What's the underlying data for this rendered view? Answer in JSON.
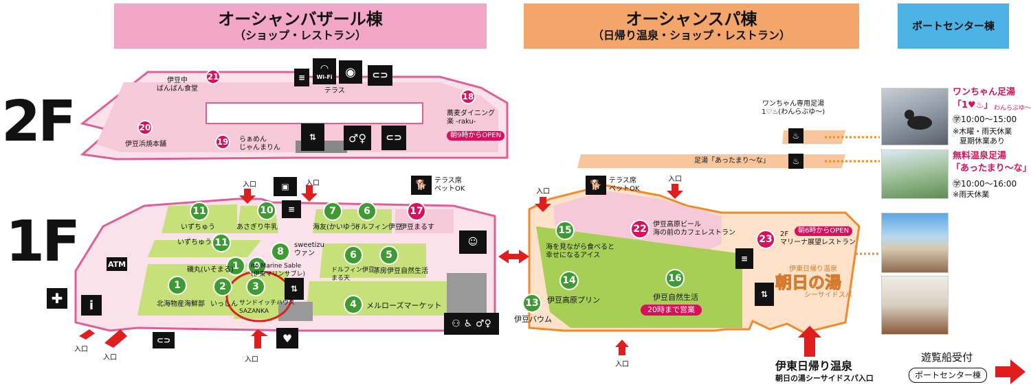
{
  "headers": {
    "bazaar": {
      "title": "オーシャンバザール棟",
      "subtitle": "（ショップ・レストラン）",
      "color": "#f2a7c8"
    },
    "spa": {
      "title": "オーシャンスパ棟",
      "subtitle": "（日帰り温泉・ショップ・レストラン）",
      "color": "#f4a66a"
    },
    "port": {
      "title": "ポートセンター棟",
      "color": "#4db3e6"
    }
  },
  "floors": {
    "second": "2F",
    "first": "1F"
  },
  "colors": {
    "green_pin": "#3e9a33",
    "red_pin": "#d6125c",
    "shop_area": "#c6e07a",
    "pink_area": "#f6c9d8",
    "spa_area": "#fde2c9"
  },
  "second_floor": {
    "terrace": "テラス",
    "wifi": "Wi-Fi",
    "shops": [
      {
        "num": "21",
        "name": "伊豆中\nばんばん食堂"
      },
      {
        "num": "20",
        "name": "伊豆浜焼本舗"
      },
      {
        "num": "19",
        "name": "らぁめん\nじゃんまりん"
      },
      {
        "num": "18",
        "name": "蕎麦ダイニング\n楽 -raku-",
        "note": "朝9時からOPEN"
      }
    ]
  },
  "first_floor": {
    "shops": [
      {
        "num": "11",
        "name": "いずちゅう"
      },
      {
        "num": "11",
        "name": "いずちゅう",
        "id": "b"
      },
      {
        "num": "10",
        "name": "あさぎり牛乳"
      },
      {
        "num": "7",
        "name": "海友(かいゆう)"
      },
      {
        "num": "6",
        "name": "ドルフィン伊豆"
      },
      {
        "num": "17",
        "name": "伊豆まるす"
      },
      {
        "num": "8",
        "name": "sweetizu\nウァン"
      },
      {
        "num": "1",
        "name": "磯丸(いそまる)"
      },
      {
        "num": "9",
        "name": "Ito Marine Sable\n(伊東マリンサブレ)"
      },
      {
        "num": "6",
        "name": "ドルフィン伊豆・\nまる天",
        "id": "b"
      },
      {
        "num": "5",
        "name": "茶房伊豆自然生活"
      },
      {
        "num": "1",
        "name": "北海物産海鮮部",
        "id": "b"
      },
      {
        "num": "2",
        "name": "いっしん"
      },
      {
        "num": "3",
        "name": "サンドイッチハウス\nSAZANKA"
      },
      {
        "num": "4",
        "name": "メルローズマーケット"
      },
      {
        "num": "15",
        "name": "海を見ながら食べると\n幸せになるアイス"
      },
      {
        "num": "14",
        "name": "伊豆高原プリン"
      },
      {
        "num": "13",
        "name": "伊豆バウム"
      },
      {
        "num": "16",
        "name": "伊豆自然生活",
        "note": "20時まで営業"
      },
      {
        "num": "22",
        "name": "伊豆高原ビール\n海の前のカフェレストラン"
      },
      {
        "num": "23",
        "name": "2F\nマリーナ展望レストラン",
        "note": "朝6時からOPEN"
      }
    ],
    "entrance": "入口",
    "terrace_pet": "テラス席\nペットOK",
    "atm": "ATM",
    "spa_logo_top": "伊東日帰り温泉",
    "spa_logo_main": "朝日の湯",
    "spa_logo_sub": "シーサイドスパ",
    "spa_entrance_title": "伊東日帰り温泉",
    "spa_entrance_sub": "朝日の湯シーサイドスパ入口",
    "cruise_title": "遊覧船受付",
    "cruise_sub": "ポートセンター棟"
  },
  "foot_baths": {
    "dog_label": "ワンちゃん専用足湯\n1♡♨(わんらぶゆ〜)",
    "free_label": "足湯「あったまり〜な」",
    "dog_title": "ワンちゃん足湯",
    "dog_name": "「1♥♨」",
    "dog_kana": "わんらぶゆ〜",
    "dog_hours": "㊫10:00～15:00",
    "dog_note1": "※木曜・雨天休業",
    "dog_note2": "夏期休業あり",
    "free_title": "無料温泉足湯",
    "free_name": "「あったまり〜な」",
    "free_hours": "㊫10:00～16:00",
    "free_note": "※雨天休業"
  },
  "icons": [
    "wifi-icon",
    "camera-icon",
    "smoking-area-icon",
    "elevator-icon",
    "restroom-icon",
    "dog-icon",
    "first-aid-icon",
    "info-icon",
    "aed-icon",
    "baby-care-icon",
    "atm-icon",
    "stairs-icon",
    "baby-icon"
  ]
}
